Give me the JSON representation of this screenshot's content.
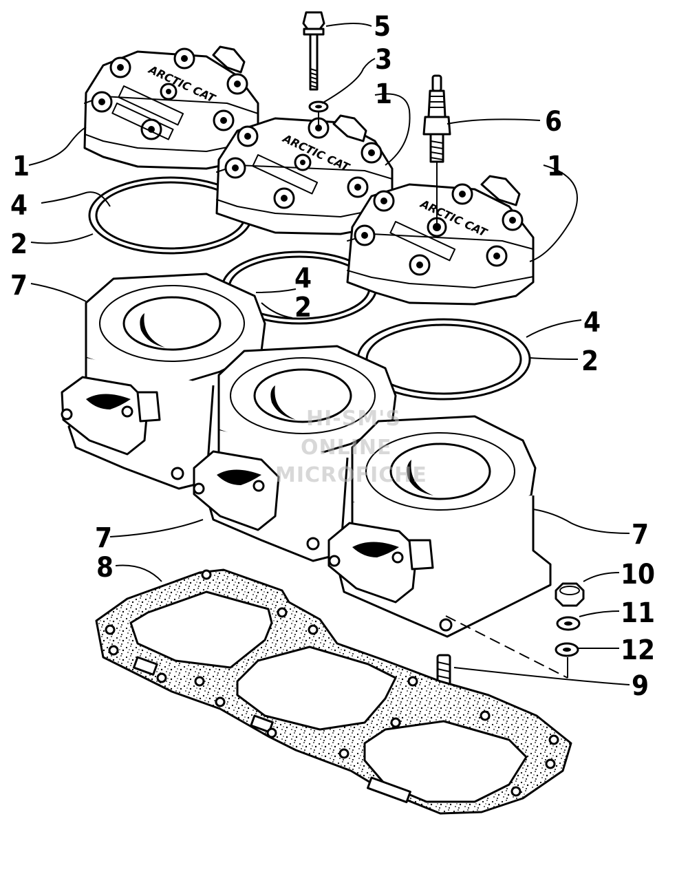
{
  "callouts": {
    "c1a": "1",
    "c1b": "1",
    "c1c": "1",
    "c2a": "2",
    "c2b": "2",
    "c2c": "2",
    "c3": "3",
    "c4a": "4",
    "c4b": "4",
    "c4c": "4",
    "c5": "5",
    "c6": "6",
    "c7a": "7",
    "c7b": "7",
    "c7c": "7",
    "c8": "8",
    "c9": "9",
    "c10": "10",
    "c11": "11",
    "c12": "12"
  },
  "watermark": {
    "line1": "HI-SM'S",
    "line2": "ONLINE",
    "line3": "MICROFICHE"
  },
  "logo_text": "ARCTIC CAT"
}
